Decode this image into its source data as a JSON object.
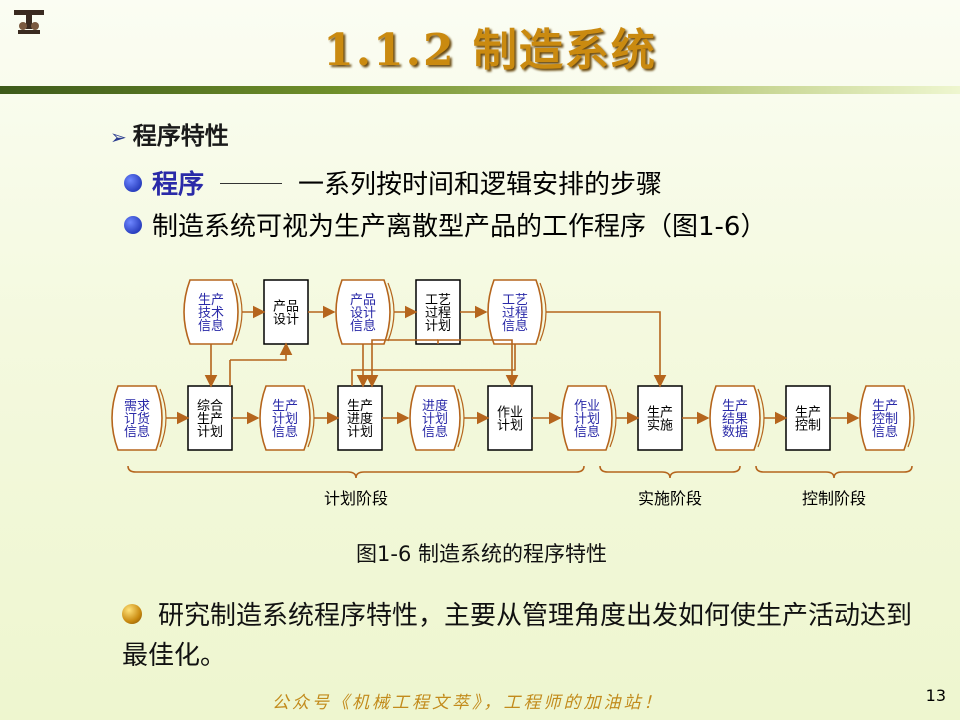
{
  "title": "1.1.2   制造系统",
  "section_heading": "程序特性",
  "bullets": {
    "b1_term": "程序",
    "b1_def": "一系列按时间和逻辑安排的步骤",
    "b2": "制造系统可视为生产离散型产品的工作程序（图1-6）"
  },
  "diagram": {
    "top_row": {
      "doc1": [
        "生产",
        "技术",
        "信息"
      ],
      "box1": [
        "产品",
        "设计"
      ],
      "doc2": [
        "产品",
        "设计",
        "信息"
      ],
      "box2": [
        "工艺",
        "过程",
        "计划"
      ],
      "doc3": [
        "工艺",
        "过程",
        "信息"
      ]
    },
    "bottom_row": {
      "doc1": [
        "需求",
        "订货",
        "信息"
      ],
      "box1": [
        "综合",
        "生产",
        "计划"
      ],
      "doc2": [
        "生产",
        "计划",
        "信息"
      ],
      "box2": [
        "生产",
        "进度",
        "计划"
      ],
      "doc3": [
        "进度",
        "计划",
        "信息"
      ],
      "box3": [
        "作业",
        "计划"
      ],
      "doc4": [
        "作业",
        "计划",
        "信息"
      ],
      "box4": [
        "生产",
        "实施"
      ],
      "doc5": [
        "生产",
        "结果",
        "数据"
      ],
      "box5": [
        "生产",
        "控制"
      ],
      "doc6": [
        "生产",
        "控制",
        "信息"
      ]
    },
    "stages": [
      "计划阶段",
      "实施阶段",
      "控制阶段"
    ]
  },
  "caption": "图1-6  制造系统的程序特性",
  "paragraph": "研究制造系统程序特性，主要从管理角度出发如何使生产活动达到最佳化。",
  "footer": "公众号《机械工程文萃》，工程师的加油站！",
  "page_number": "13",
  "colors": {
    "title": "#ca8a10",
    "doc_text": "#2a2aa8",
    "line": "#b5651d"
  }
}
